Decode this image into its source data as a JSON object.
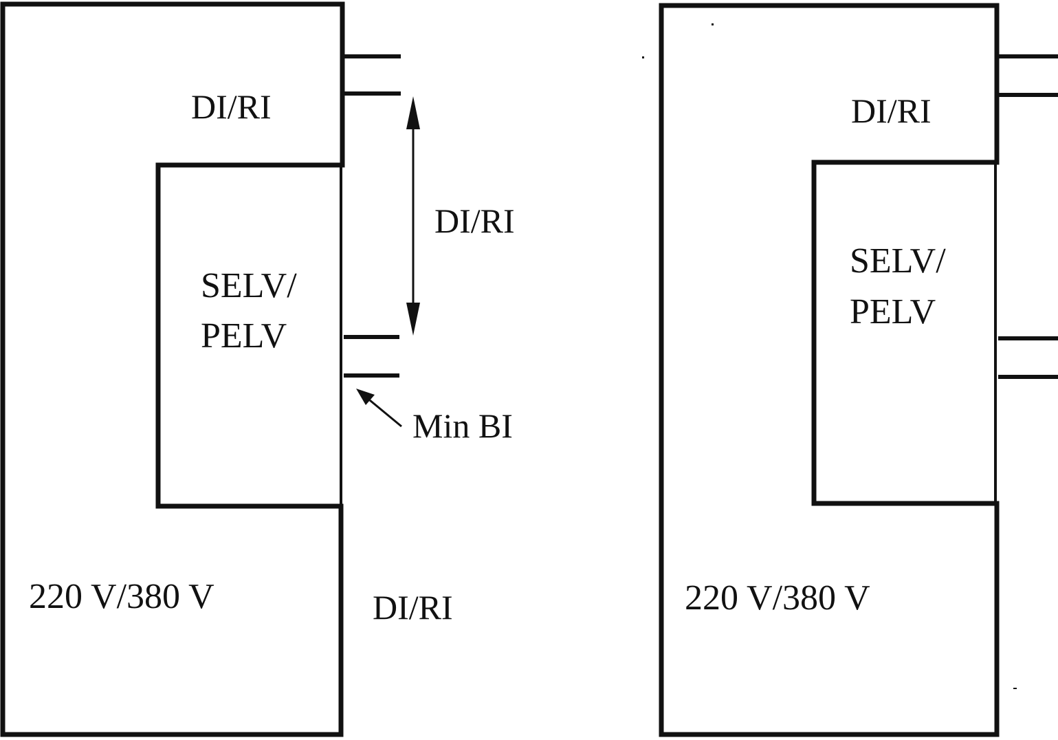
{
  "diagram": {
    "left_panel": {
      "top_zone_label": "DI/RI",
      "inner_zone_label_line1": "SELV/",
      "inner_zone_label_line2": "PELV",
      "bottom_zone_label": "220 V/380 V",
      "gap_label": "DI/RI",
      "min_bi_label": "Min BI",
      "bottom_outside_label": "DI/RI"
    },
    "right_panel": {
      "top_zone_label": "DI/RI",
      "inner_zone_label_line1": "SELV/",
      "inner_zone_label_line2": "PELV",
      "bottom_zone_label": "220 V/380 V"
    },
    "colors": {
      "line": "#111111",
      "background": "#ffffff"
    }
  }
}
